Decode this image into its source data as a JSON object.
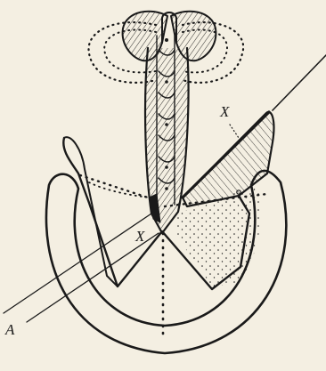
{
  "labels": {
    "x_upper": "X",
    "x_lower": "X",
    "a": "A"
  },
  "colors": {
    "paper": "#f4efe2",
    "ink": "#1a1a1a"
  }
}
